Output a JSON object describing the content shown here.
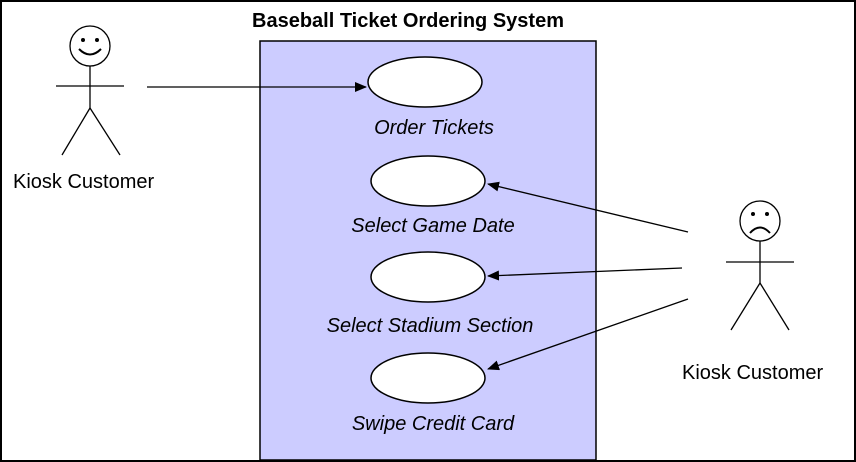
{
  "system": {
    "title": "Baseball Ticket Ordering System",
    "boundary_fill": "#ccccff"
  },
  "actors": [
    {
      "label": "Kiosk Customer",
      "face": "smiling-face"
    },
    {
      "label": "Kiosk Customer",
      "face": "frowning-face"
    }
  ],
  "use_cases": [
    {
      "label": "Order Tickets"
    },
    {
      "label": "Select Game Date"
    },
    {
      "label": "Select Stadium Section"
    },
    {
      "label": "Swipe Credit Card"
    }
  ]
}
